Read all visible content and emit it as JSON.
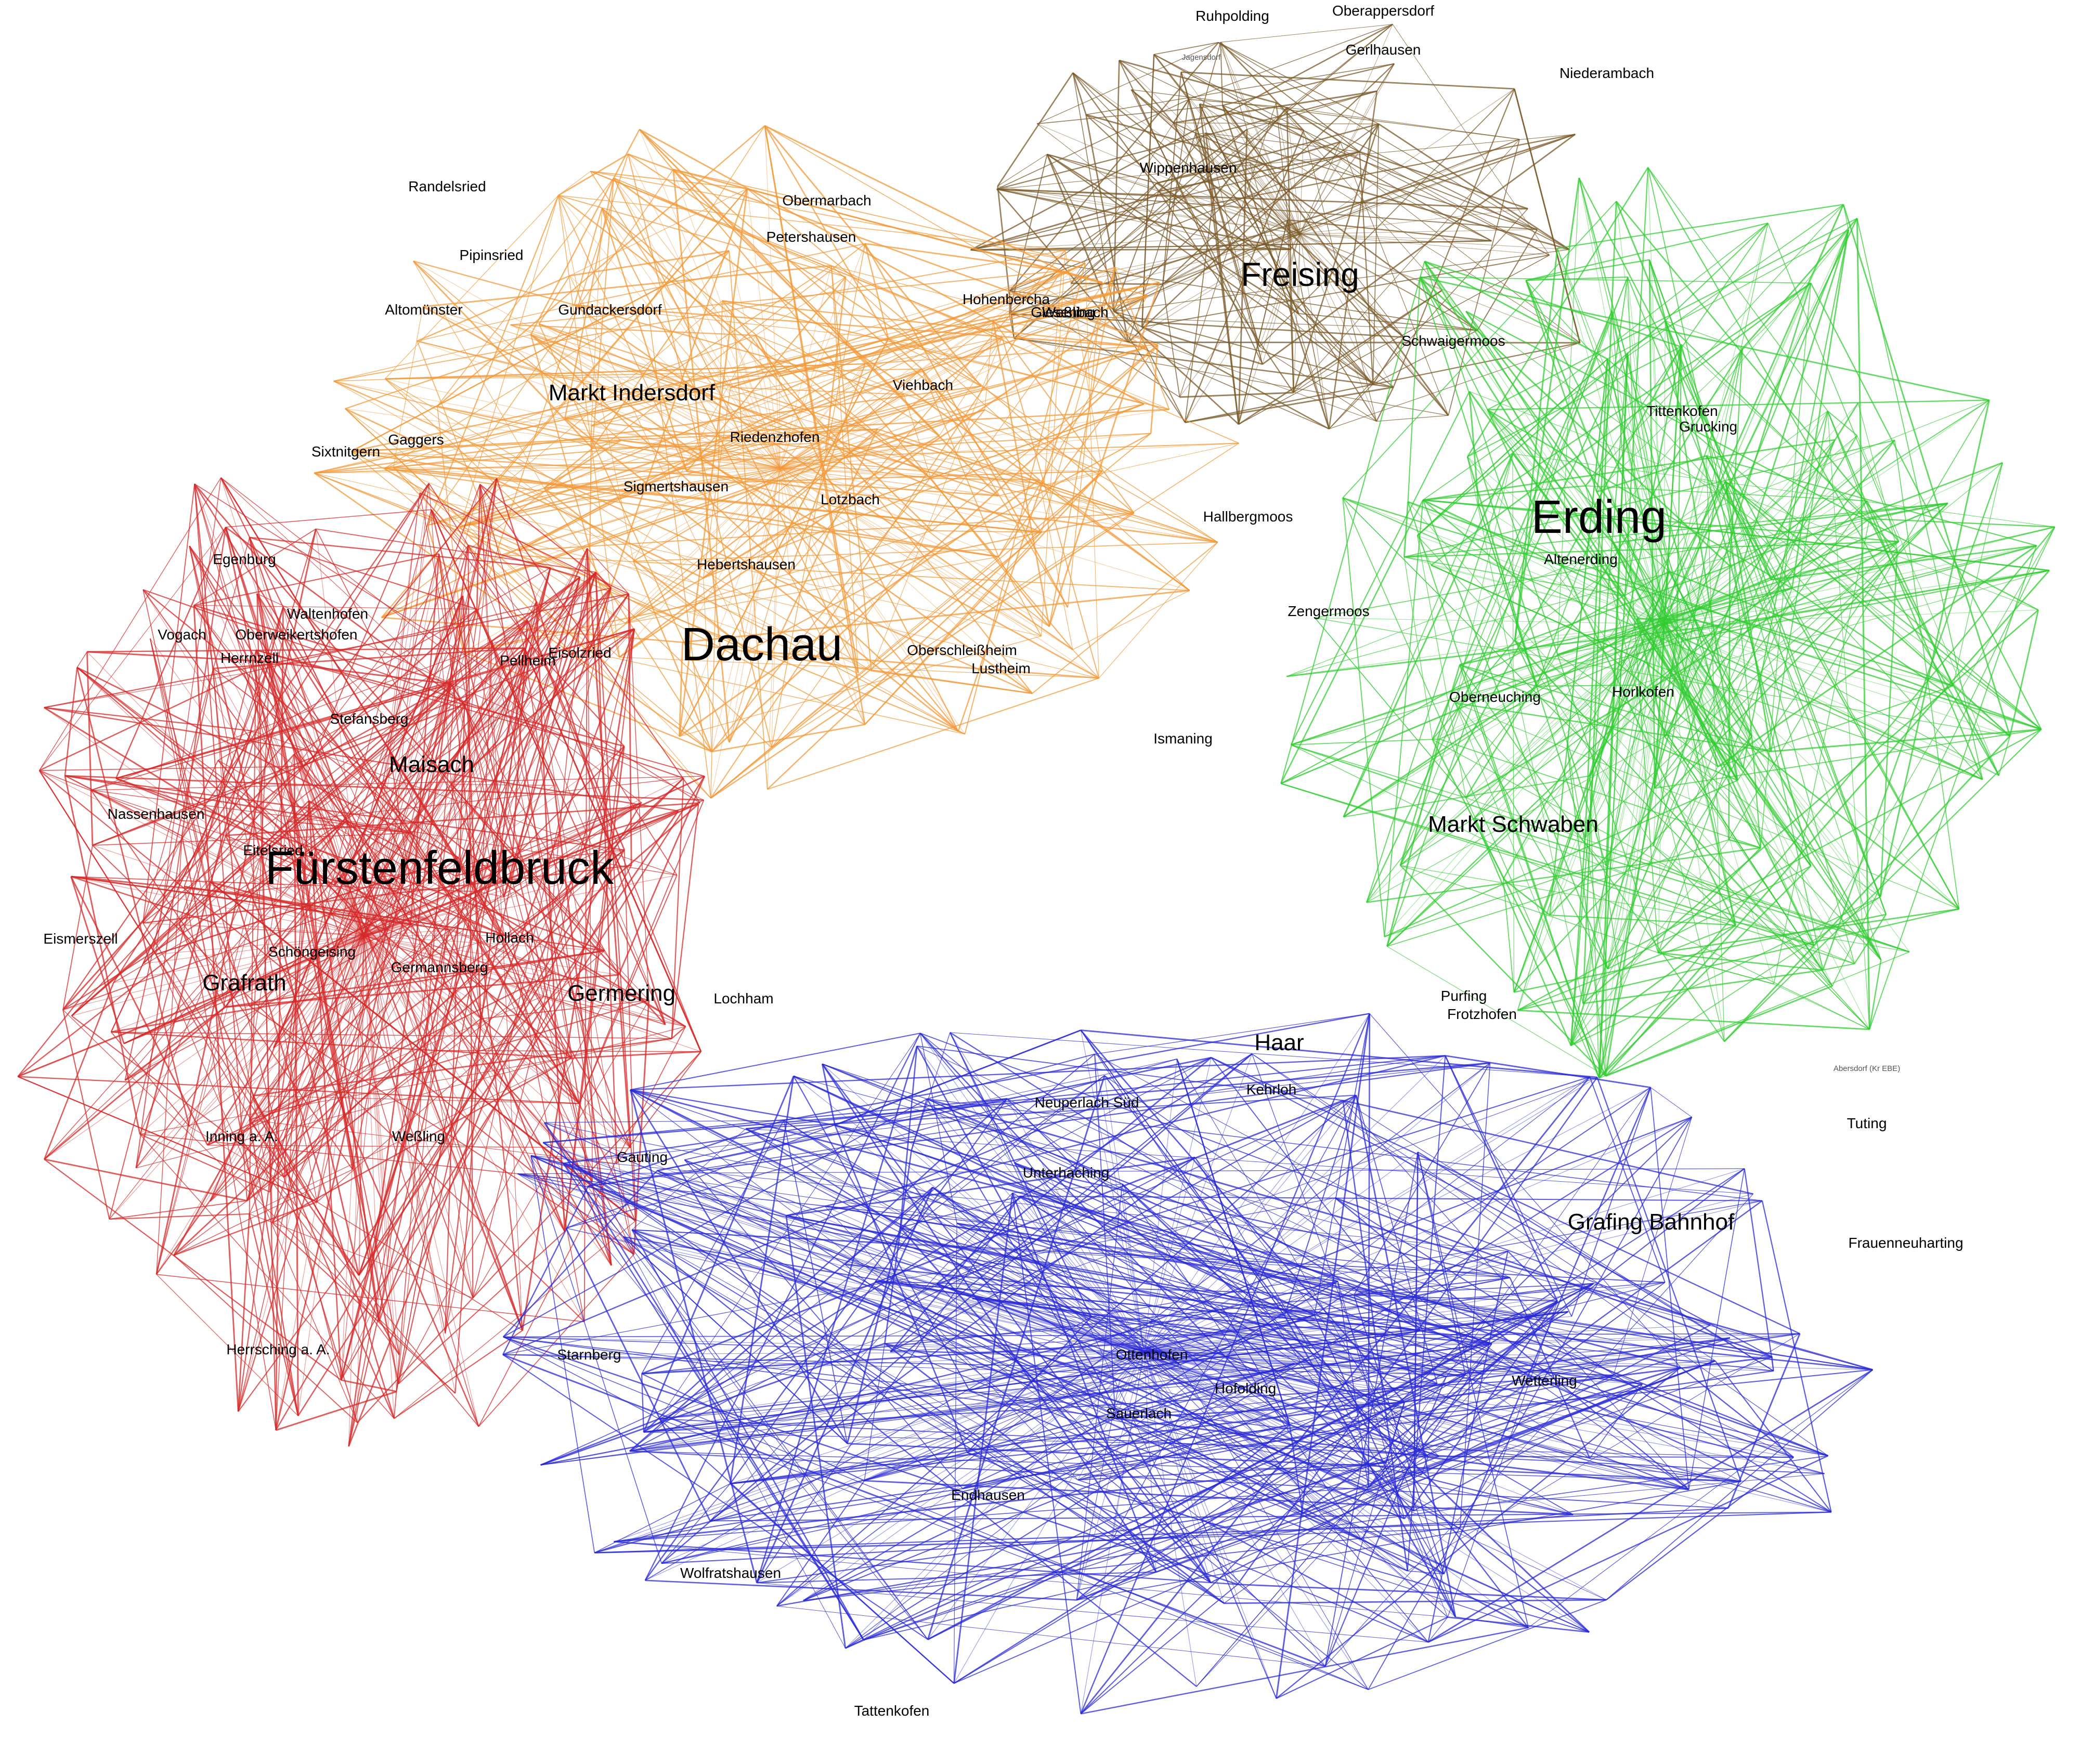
{
  "map": {
    "regions": [
      {
        "name": "freising",
        "color": "#7a5a2a"
      },
      {
        "name": "dachau",
        "color": "#f29a3a"
      },
      {
        "name": "erding",
        "color": "#33cc33"
      },
      {
        "name": "fuerstenfeldbruck",
        "color": "#d42a2a"
      },
      {
        "name": "muenchen-land",
        "color": "#2a2ad4"
      }
    ],
    "labels": [
      {
        "text": "Freising",
        "size": "xlarge"
      },
      {
        "text": "Erding",
        "size": "huge"
      },
      {
        "text": "Dachau",
        "size": "huge"
      },
      {
        "text": "Fürstenfeldbruck",
        "size": "huge"
      },
      {
        "text": "Maisach",
        "size": "large"
      },
      {
        "text": "Germering",
        "size": "large"
      },
      {
        "text": "Grafrath",
        "size": "large"
      },
      {
        "text": "Markt Indersdorf",
        "size": "large"
      },
      {
        "text": "Markt Schwaben",
        "size": "large"
      },
      {
        "text": "Grafing Bahnhof",
        "size": "large"
      },
      {
        "text": "Wolfratshausen",
        "size": "medium"
      },
      {
        "text": "Obermarbach",
        "size": "medium"
      },
      {
        "text": "Petershausen",
        "size": "medium"
      },
      {
        "text": "Gundackersdorf",
        "size": "medium"
      },
      {
        "text": "Pipinsried",
        "size": "medium"
      },
      {
        "text": "Riedenzhofen",
        "size": "medium"
      },
      {
        "text": "Sigmertshausen",
        "size": "medium"
      },
      {
        "text": "Hebertshausen",
        "size": "medium"
      },
      {
        "text": "Viehbach",
        "size": "medium"
      },
      {
        "text": "Schwaigermoos",
        "size": "medium"
      },
      {
        "text": "Altenerding",
        "size": "medium"
      },
      {
        "text": "Oberneuching",
        "size": "medium"
      },
      {
        "text": "Grucking",
        "size": "medium"
      },
      {
        "text": "Tittenkofen",
        "size": "medium"
      },
      {
        "text": "Ismaning",
        "size": "medium"
      },
      {
        "text": "Purfing",
        "size": "medium"
      },
      {
        "text": "Haar",
        "size": "large"
      },
      {
        "text": "Neuperlach Süd",
        "size": "medium"
      },
      {
        "text": "Unterhaching",
        "size": "medium"
      },
      {
        "text": "Sauerlach",
        "size": "medium"
      },
      {
        "text": "Hofolding",
        "size": "medium"
      },
      {
        "text": "Gauting",
        "size": "medium"
      },
      {
        "text": "Weßling",
        "size": "medium"
      },
      {
        "text": "Inning a. A.",
        "size": "medium"
      },
      {
        "text": "Herrsching a. A.",
        "size": "medium"
      },
      {
        "text": "Starnberg",
        "size": "medium"
      },
      {
        "text": "Egenburg",
        "size": "medium"
      },
      {
        "text": "Waltenhofen",
        "size": "medium"
      },
      {
        "text": "Herrnzell",
        "size": "medium"
      },
      {
        "text": "Eismerszell",
        "size": "medium"
      },
      {
        "text": "Schöngeising",
        "size": "medium"
      },
      {
        "text": "Germannsberg",
        "size": "medium"
      },
      {
        "text": "Stefansberg",
        "size": "medium"
      },
      {
        "text": "Eitelsried",
        "size": "medium"
      },
      {
        "text": "Lochham",
        "size": "medium"
      },
      {
        "text": "Hollach",
        "size": "medium"
      },
      {
        "text": "Nassenhausen",
        "size": "medium"
      },
      {
        "text": "Vogach",
        "size": "medium"
      },
      {
        "text": "Oberweikertshofen",
        "size": "medium"
      },
      {
        "text": "Gaggers",
        "size": "medium"
      },
      {
        "text": "Sixtnitgern",
        "size": "medium"
      },
      {
        "text": "Randelsried",
        "size": "medium"
      },
      {
        "text": "Altomünster",
        "size": "medium"
      },
      {
        "text": "Weßling",
        "size": "medium"
      },
      {
        "text": "Giesenbach",
        "size": "medium"
      },
      {
        "text": "Hohenbercha",
        "size": "medium"
      },
      {
        "text": "Wippenhausen",
        "size": "medium"
      },
      {
        "text": "Jagensdorf",
        "size": "small"
      },
      {
        "text": "Oberappersdorf",
        "size": "medium"
      },
      {
        "text": "Gerlhausen",
        "size": "medium"
      },
      {
        "text": "Ruhpolding",
        "size": "medium"
      },
      {
        "text": "Niederambach",
        "size": "medium"
      },
      {
        "text": "Wetterling",
        "size": "medium"
      },
      {
        "text": "Tattenkofen",
        "size": "medium"
      },
      {
        "text": "Endhausen",
        "size": "medium"
      },
      {
        "text": "Ottenhofen",
        "size": "medium"
      },
      {
        "text": "Kehrloh",
        "size": "medium"
      },
      {
        "text": "Tuting",
        "size": "medium"
      },
      {
        "text": "Frauenneuharting",
        "size": "medium"
      },
      {
        "text": "Abersdorf (Kr EBE)",
        "size": "small"
      },
      {
        "text": "Oberschleißheim",
        "size": "medium"
      },
      {
        "text": "Lustheim",
        "size": "medium"
      },
      {
        "text": "Eisolzried",
        "size": "medium"
      },
      {
        "text": "Pellheim",
        "size": "medium"
      },
      {
        "text": "Lotzbach",
        "size": "medium"
      },
      {
        "text": "Zengermoos",
        "size": "medium"
      },
      {
        "text": "Hallbergmoos",
        "size": "medium"
      },
      {
        "text": "Frotzhofen",
        "size": "medium"
      },
      {
        "text": "Horlkofen",
        "size": "medium"
      }
    ]
  }
}
